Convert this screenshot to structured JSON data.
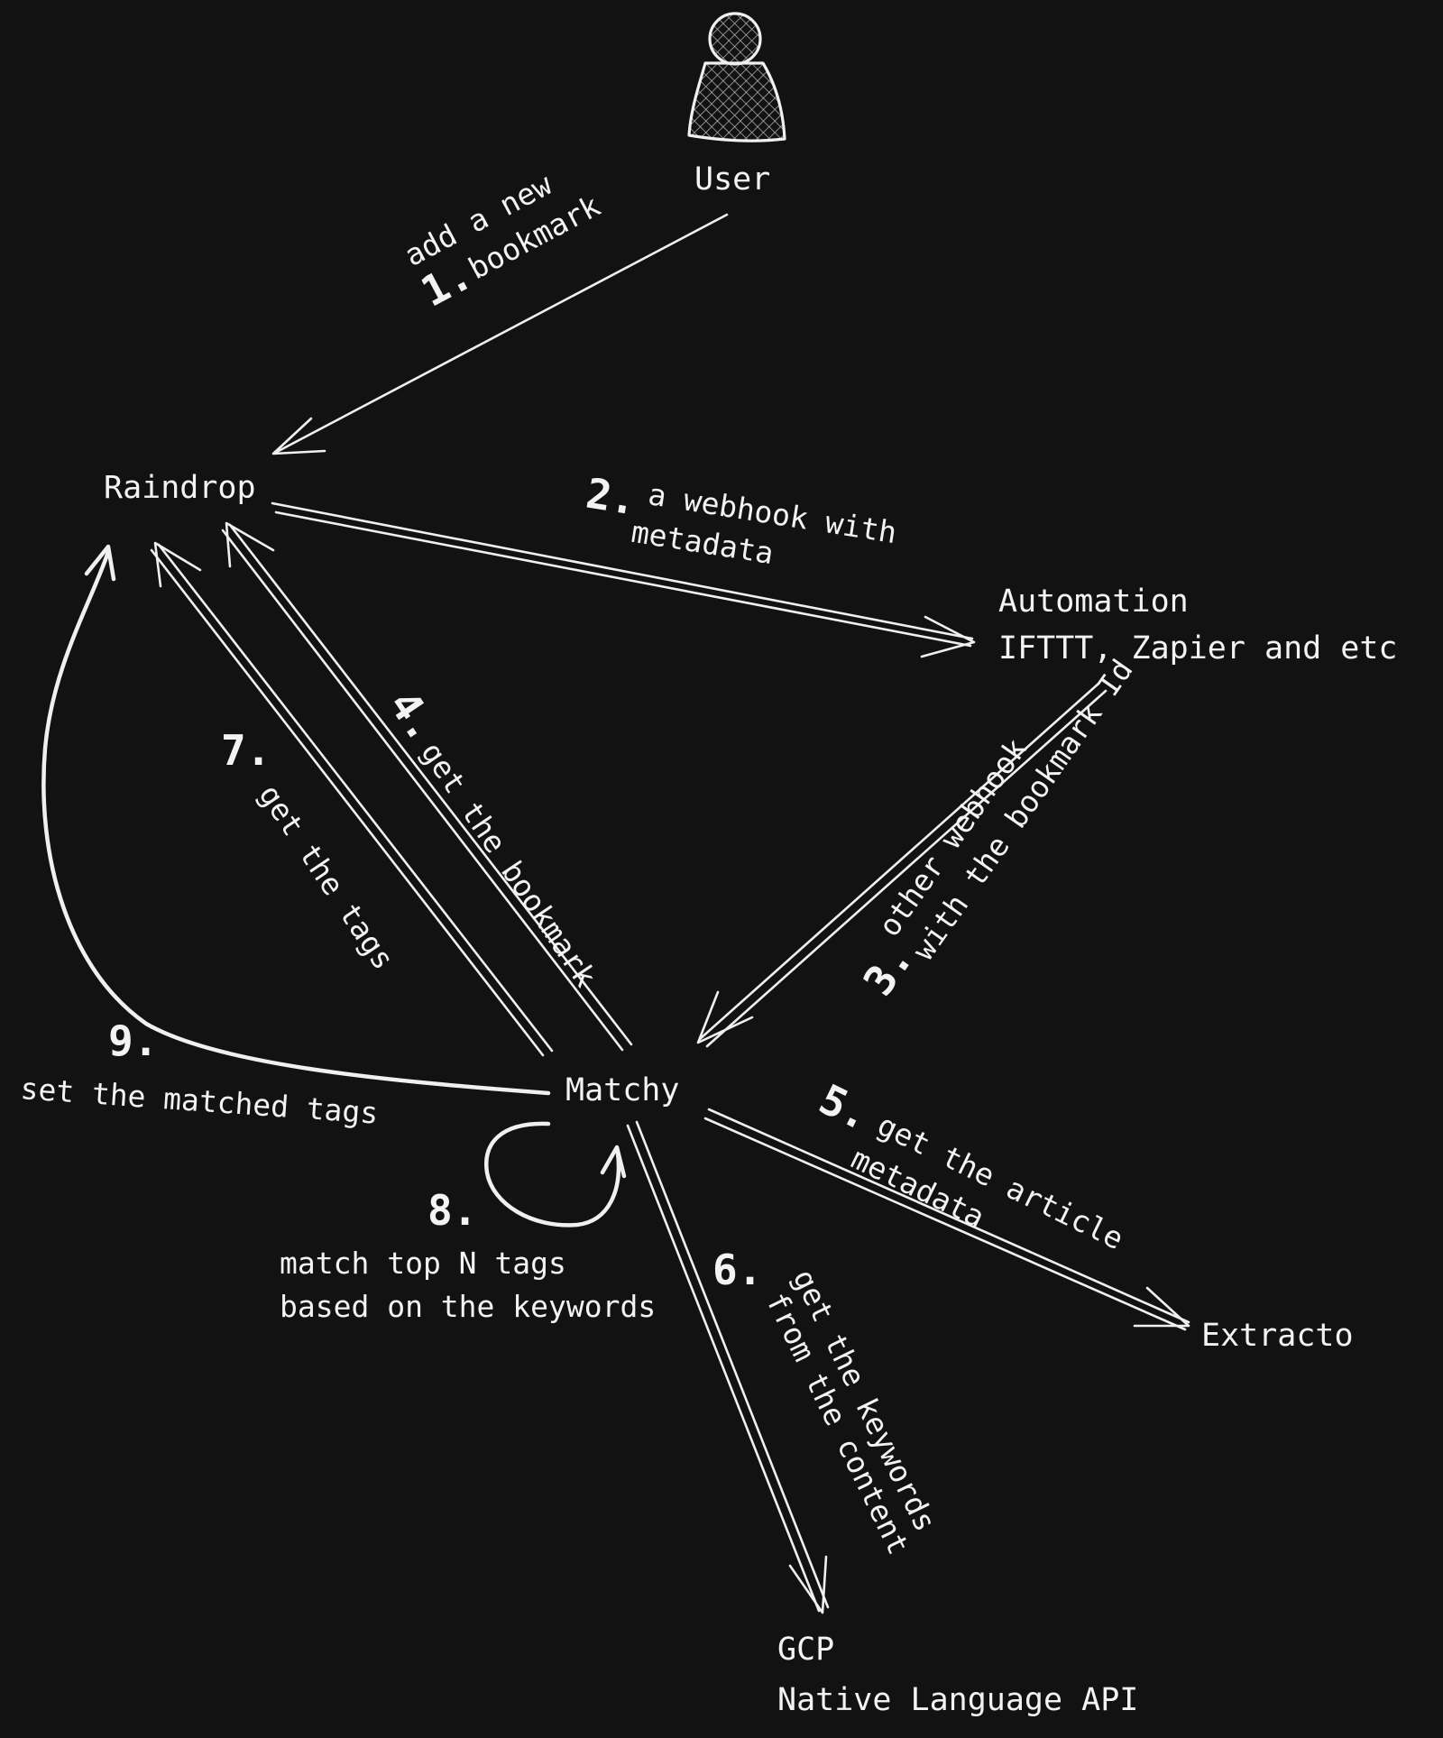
{
  "nodes": {
    "user": "User",
    "raindrop": "Raindrop",
    "automation": [
      "Automation",
      "IFTTT, Zapier and etc"
    ],
    "matchy": "Matchy",
    "extracto": "Extracto",
    "gcp": [
      "GCP",
      "Native Language API"
    ]
  },
  "steps": [
    {
      "num": "1.",
      "lines": [
        "add a new",
        "bookmark"
      ]
    },
    {
      "num": "2.",
      "lines": [
        "a webhook with",
        "metadata"
      ]
    },
    {
      "num": "3.",
      "lines": [
        "other webhook",
        "with the bookmark Id"
      ]
    },
    {
      "num": "4.",
      "lines": [
        "get the bookmark"
      ]
    },
    {
      "num": "5.",
      "lines": [
        "get the article",
        "metadata"
      ]
    },
    {
      "num": "6.",
      "lines": [
        "get the keywords",
        "from the content"
      ]
    },
    {
      "num": "7.",
      "lines": [
        "get the tags"
      ]
    },
    {
      "num": "8.",
      "lines": [
        "match top N tags",
        "based on the keywords"
      ]
    },
    {
      "num": "9.",
      "lines": [
        "set the matched tags"
      ]
    }
  ]
}
